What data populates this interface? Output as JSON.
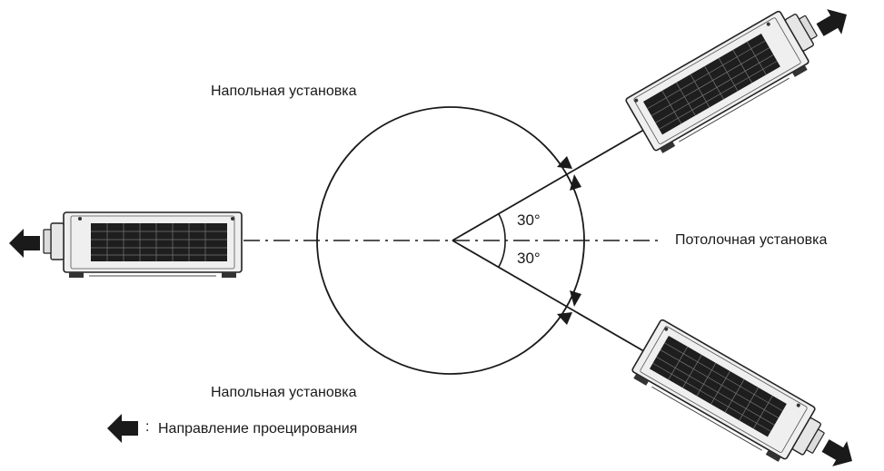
{
  "labels": {
    "floor_top": "Напольная установка",
    "floor_bottom": "Напольная установка",
    "ceiling": "Потолочная установка",
    "angle_upper": "30°",
    "angle_lower": "30°"
  },
  "legend": {
    "separator": ":",
    "text": "Направление проецирования"
  }
}
